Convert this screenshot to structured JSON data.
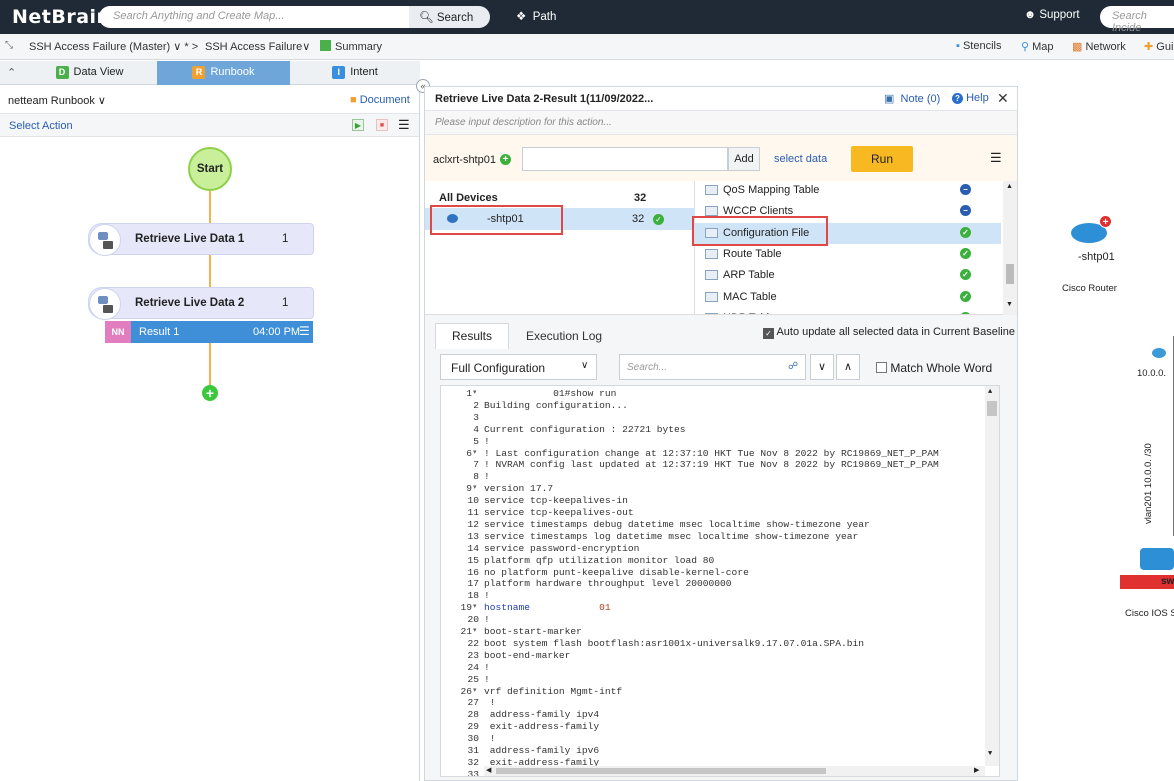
{
  "topbar": {
    "logo": "NetBrain",
    "search_placeholder": "Search Anything and Create Map...",
    "search_button": "Search",
    "path_button": "Path",
    "support_button": "Support",
    "incident_placeholder": "Search Incide"
  },
  "tabbar": {
    "tab1": "SSH Access Failure (Master)",
    "tab1_mark": "∨ * >",
    "tab2": "SSH Access Failure∨",
    "summary": "Summary",
    "stencils": "Stencils",
    "map": "Map",
    "network": "Network",
    "guide": "Gui"
  },
  "left_tabs": [
    {
      "label": "Data View",
      "letter": "D",
      "color": "#4bb04b"
    },
    {
      "label": "Runbook",
      "letter": "R",
      "color": "#f0a030"
    },
    {
      "label": "Intent",
      "letter": "I",
      "color": "#3a8ee0"
    }
  ],
  "runbook": {
    "title": "netteam Runbook",
    "document": "Document",
    "select_action": "Select Action",
    "start": "Start",
    "nodes": [
      {
        "label": "Retrieve Live Data 1",
        "count": "1"
      },
      {
        "label": "Retrieve Live Data 2",
        "count": "1"
      }
    ],
    "result": {
      "tag": "NN",
      "label": "Result 1",
      "time": "04:00 PM"
    }
  },
  "panel": {
    "title": "Retrieve Live Data 2-Result 1(11/09/2022...",
    "note": "Note (0)",
    "help": "Help",
    "description_placeholder": "Please input description for this action...",
    "device_label": "aclxrt-shtp01",
    "add_button": "Add",
    "select_data": "select data",
    "run_button": "Run",
    "devices_header": "All Devices",
    "devices_count": "32",
    "device_row": {
      "name": "-shtp01",
      "count": "32"
    },
    "data_items": [
      {
        "label": "QoS Mapping Table",
        "status": "minus"
      },
      {
        "label": "WCCP Clients",
        "status": "minus"
      },
      {
        "label": "Configuration File",
        "status": "check"
      },
      {
        "label": "Route Table",
        "status": "check"
      },
      {
        "label": "ARP Table",
        "status": "check"
      },
      {
        "label": "MAC Table",
        "status": "check"
      },
      {
        "label": "NDP Table",
        "status": "check"
      }
    ],
    "results_tab": "Results",
    "exec_log_tab": "Execution Log",
    "auto_update": "Auto update all selected data in Current Baseline",
    "config_select": "Full Configuration",
    "search_placeholder": "Search...",
    "match_whole_word": "Match Whole Word"
  },
  "code_lines": [
    {
      "n": "1",
      "fold": true,
      "t": "            01#show run"
    },
    {
      "n": "2",
      "t": "Building configuration..."
    },
    {
      "n": "3",
      "t": ""
    },
    {
      "n": "4",
      "t": "Current configuration : 22721 bytes"
    },
    {
      "n": "5",
      "t": "!"
    },
    {
      "n": "6",
      "fold": true,
      "t": "! Last configuration change at 12:37:10 HKT Tue Nov 8 2022 by RC19869_NET_P_PAM"
    },
    {
      "n": "7",
      "t": "! NVRAM config last updated at 12:37:19 HKT Tue Nov 8 2022 by RC19869_NET_P_PAM"
    },
    {
      "n": "8",
      "t": "!"
    },
    {
      "n": "9",
      "fold": true,
      "t": "version 17.7"
    },
    {
      "n": "10",
      "t": "service tcp-keepalives-in"
    },
    {
      "n": "11",
      "t": "service tcp-keepalives-out"
    },
    {
      "n": "12",
      "t": "service timestamps debug datetime msec localtime show-timezone year"
    },
    {
      "n": "13",
      "t": "service timestamps log datetime msec localtime show-timezone year"
    },
    {
      "n": "14",
      "t": "service password-encryption"
    },
    {
      "n": "15",
      "t": "platform qfp utilization monitor load 80"
    },
    {
      "n": "16",
      "t": "no platform punt-keepalive disable-kernel-core"
    },
    {
      "n": "17",
      "t": "platform hardware throughput level 20000000"
    },
    {
      "n": "18",
      "t": "!"
    },
    {
      "n": "19",
      "fold": true,
      "t": "hostname            01",
      "kw": true
    },
    {
      "n": "20",
      "t": "!"
    },
    {
      "n": "21",
      "fold": true,
      "t": "boot-start-marker"
    },
    {
      "n": "22",
      "t": "boot system flash bootflash:asr1001x-universalk9.17.07.01a.SPA.bin"
    },
    {
      "n": "23",
      "t": "boot-end-marker"
    },
    {
      "n": "24",
      "t": "!"
    },
    {
      "n": "25",
      "t": "!"
    },
    {
      "n": "26",
      "fold": true,
      "t": "vrf definition Mgmt-intf"
    },
    {
      "n": "27",
      "t": " !"
    },
    {
      "n": "28",
      "t": " address-family ipv4"
    },
    {
      "n": "29",
      "t": " exit-address-family"
    },
    {
      "n": "30",
      "t": " !"
    },
    {
      "n": "31",
      "t": " address-family ipv6"
    },
    {
      "n": "32",
      "t": " exit-address-family"
    },
    {
      "n": "33",
      "t": ""
    }
  ],
  "map": {
    "router_name": "-shtp01",
    "router_type": "Cisco Router",
    "ip_label": "10.0.0.",
    "vlan_label": "vlan201 10.0.0. /30",
    "switch_label": "sw-sl",
    "switch_type": "Cisco IOS S"
  }
}
